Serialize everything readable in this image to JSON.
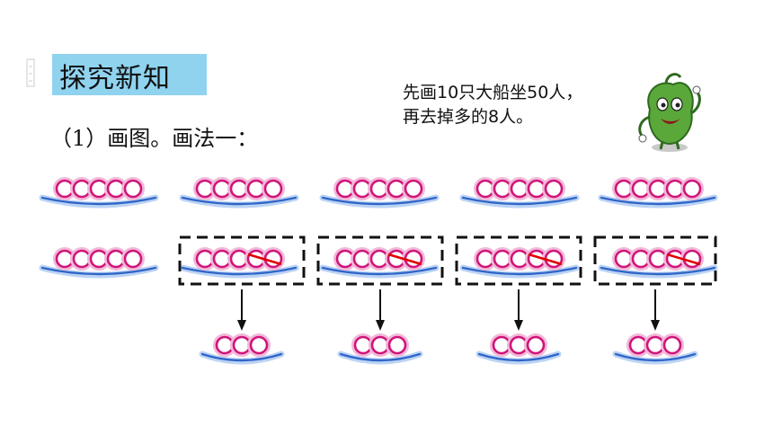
{
  "section": {
    "title": "探究新知"
  },
  "step": {
    "label": "（1）画图。画法一："
  },
  "speech": {
    "line1": "先画10只大船坐50人，",
    "line2": "再去掉多的8人。"
  },
  "mascot": {
    "icon": "green-vegetable-character-icon"
  },
  "boats": {
    "row1_count": 5,
    "row2_count": 5,
    "people_per_boat": 5,
    "crossed_per_boat": 2,
    "result_people_per_boat": 3,
    "result_count": 4
  },
  "colors": {
    "tag_bg": "#8fd3ef",
    "ring": "#d0147a",
    "ring_glow": "#f2b8d8",
    "hull": "#2f66c8",
    "hull_glow": "#bcd3f4",
    "cross": "#e00000",
    "dash": "#111111"
  }
}
